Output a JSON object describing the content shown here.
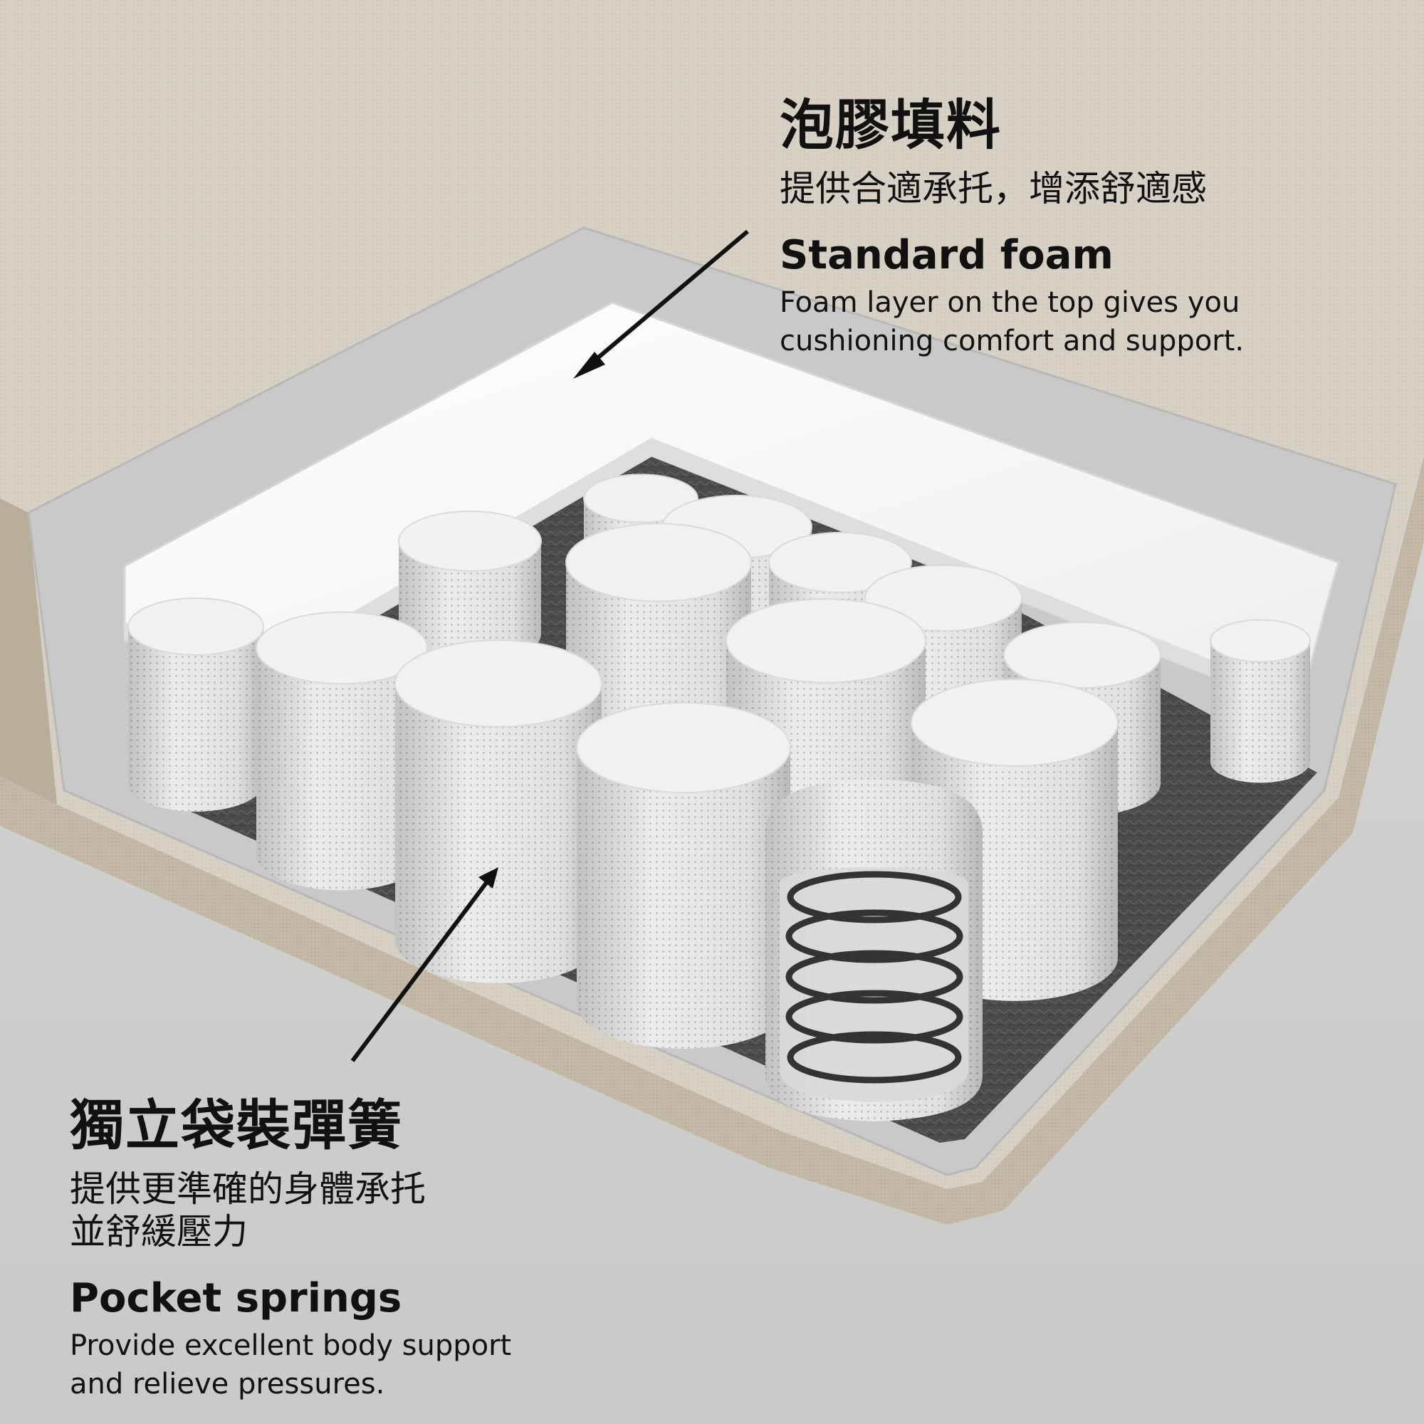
{
  "foam": {
    "zh_title": "泡膠填料",
    "zh_desc": "提供合適承托，增添舒適感",
    "en_title": "Standard foam",
    "en_desc": [
      "Foam layer on the top gives you",
      "cushioning comfort and support."
    ]
  },
  "springs": {
    "zh_title": "獨立袋裝彈簧",
    "zh_desc": [
      "提供更準確的身體承托",
      "並舒緩壓力"
    ],
    "en_title": "Pocket springs",
    "en_desc": [
      "Provide excellent body support",
      "and relieve pressures."
    ]
  },
  "colors": {
    "background": "#d2d2d1",
    "fabric": "#d6d0c4",
    "fabric_dark": "#c7bca9",
    "side_foam": "#c8c8c8",
    "top_foam": "#f7f7f7",
    "felt": "#4a4a4a",
    "spring_pocket": "#e9e9e9",
    "coil": "#3a3a3a",
    "text": "#111111"
  },
  "icons": [
    "arrow-to-foam-icon",
    "arrow-to-springs-icon",
    "coil-spring-icon"
  ]
}
